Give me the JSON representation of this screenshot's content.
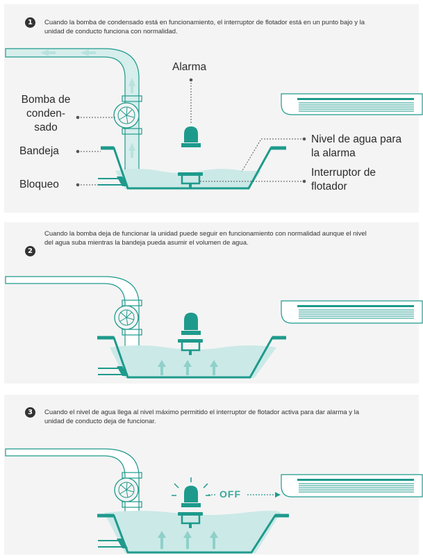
{
  "palette": {
    "teal": "#1e9a8c",
    "pipe_fill": "#d6eeec",
    "water_fill": "#cbe9e7",
    "arrow_fill": "#8fd0c9",
    "panel_bg": "#f4f4f4",
    "text": "#333333"
  },
  "panels": [
    {
      "number": "1",
      "caption": "Cuando la bomba de condensado está en funcionamiento, el interruptor de flotador está en un punto bajo y la unidad de conducto funciona con normalidad."
    },
    {
      "number": "2",
      "caption": "Cuando la bomba deja de funcionar la unidad puede seguir en funcionamiento con normalidad aunque el nivel del agua suba mientras la bandeja pueda asumir el volumen de agua."
    },
    {
      "number": "3",
      "caption": "Cuando el nivel de agua llega al nivel máximo permitido el interruptor de flotador activa para dar alarma y la unidad de conducto deja de funcionar."
    }
  ],
  "labels": {
    "alarm": "Alarma",
    "pump": "Bomba de conden- sado",
    "tray": "Bandeja",
    "block": "Bloqueo",
    "alarm_level": "Nivel de agua para la alarma",
    "float_switch": "Interruptor de flotador"
  },
  "off_label": "OFF",
  "icons": [
    "alarm-beacon-icon",
    "condensate-pump-icon",
    "float-switch-icon",
    "duct-unit-icon",
    "flow-arrow-icon"
  ]
}
